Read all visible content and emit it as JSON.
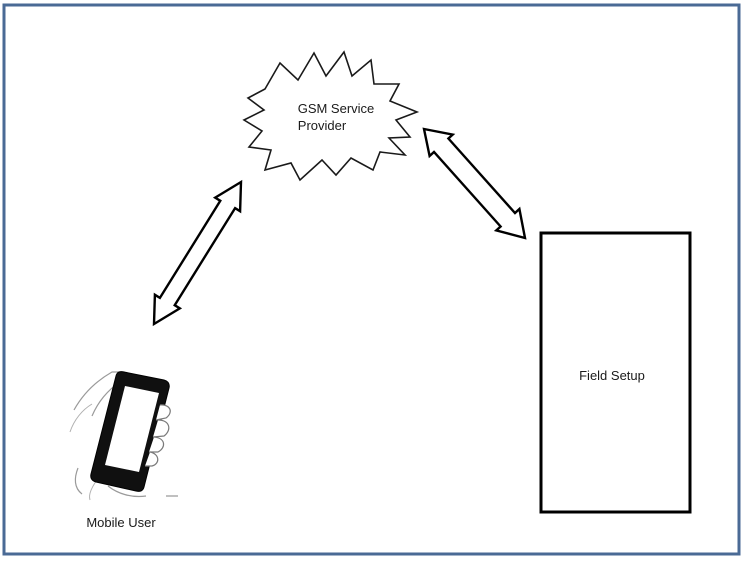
{
  "diagram": {
    "frame_border_color": "#4a6a95",
    "cloud": {
      "label_line1": "GSM Service",
      "label_line2": "Provider"
    },
    "field_setup": {
      "label": "Field Setup"
    },
    "mobile_user": {
      "label": "Mobile User",
      "icon": "hand-holding-phone-icon"
    },
    "links": [
      {
        "from": "mobile-user",
        "to": "gsm-service-provider",
        "style": "double-headed-hollow-arrow"
      },
      {
        "from": "gsm-service-provider",
        "to": "field-setup",
        "style": "double-headed-hollow-arrow"
      }
    ]
  }
}
